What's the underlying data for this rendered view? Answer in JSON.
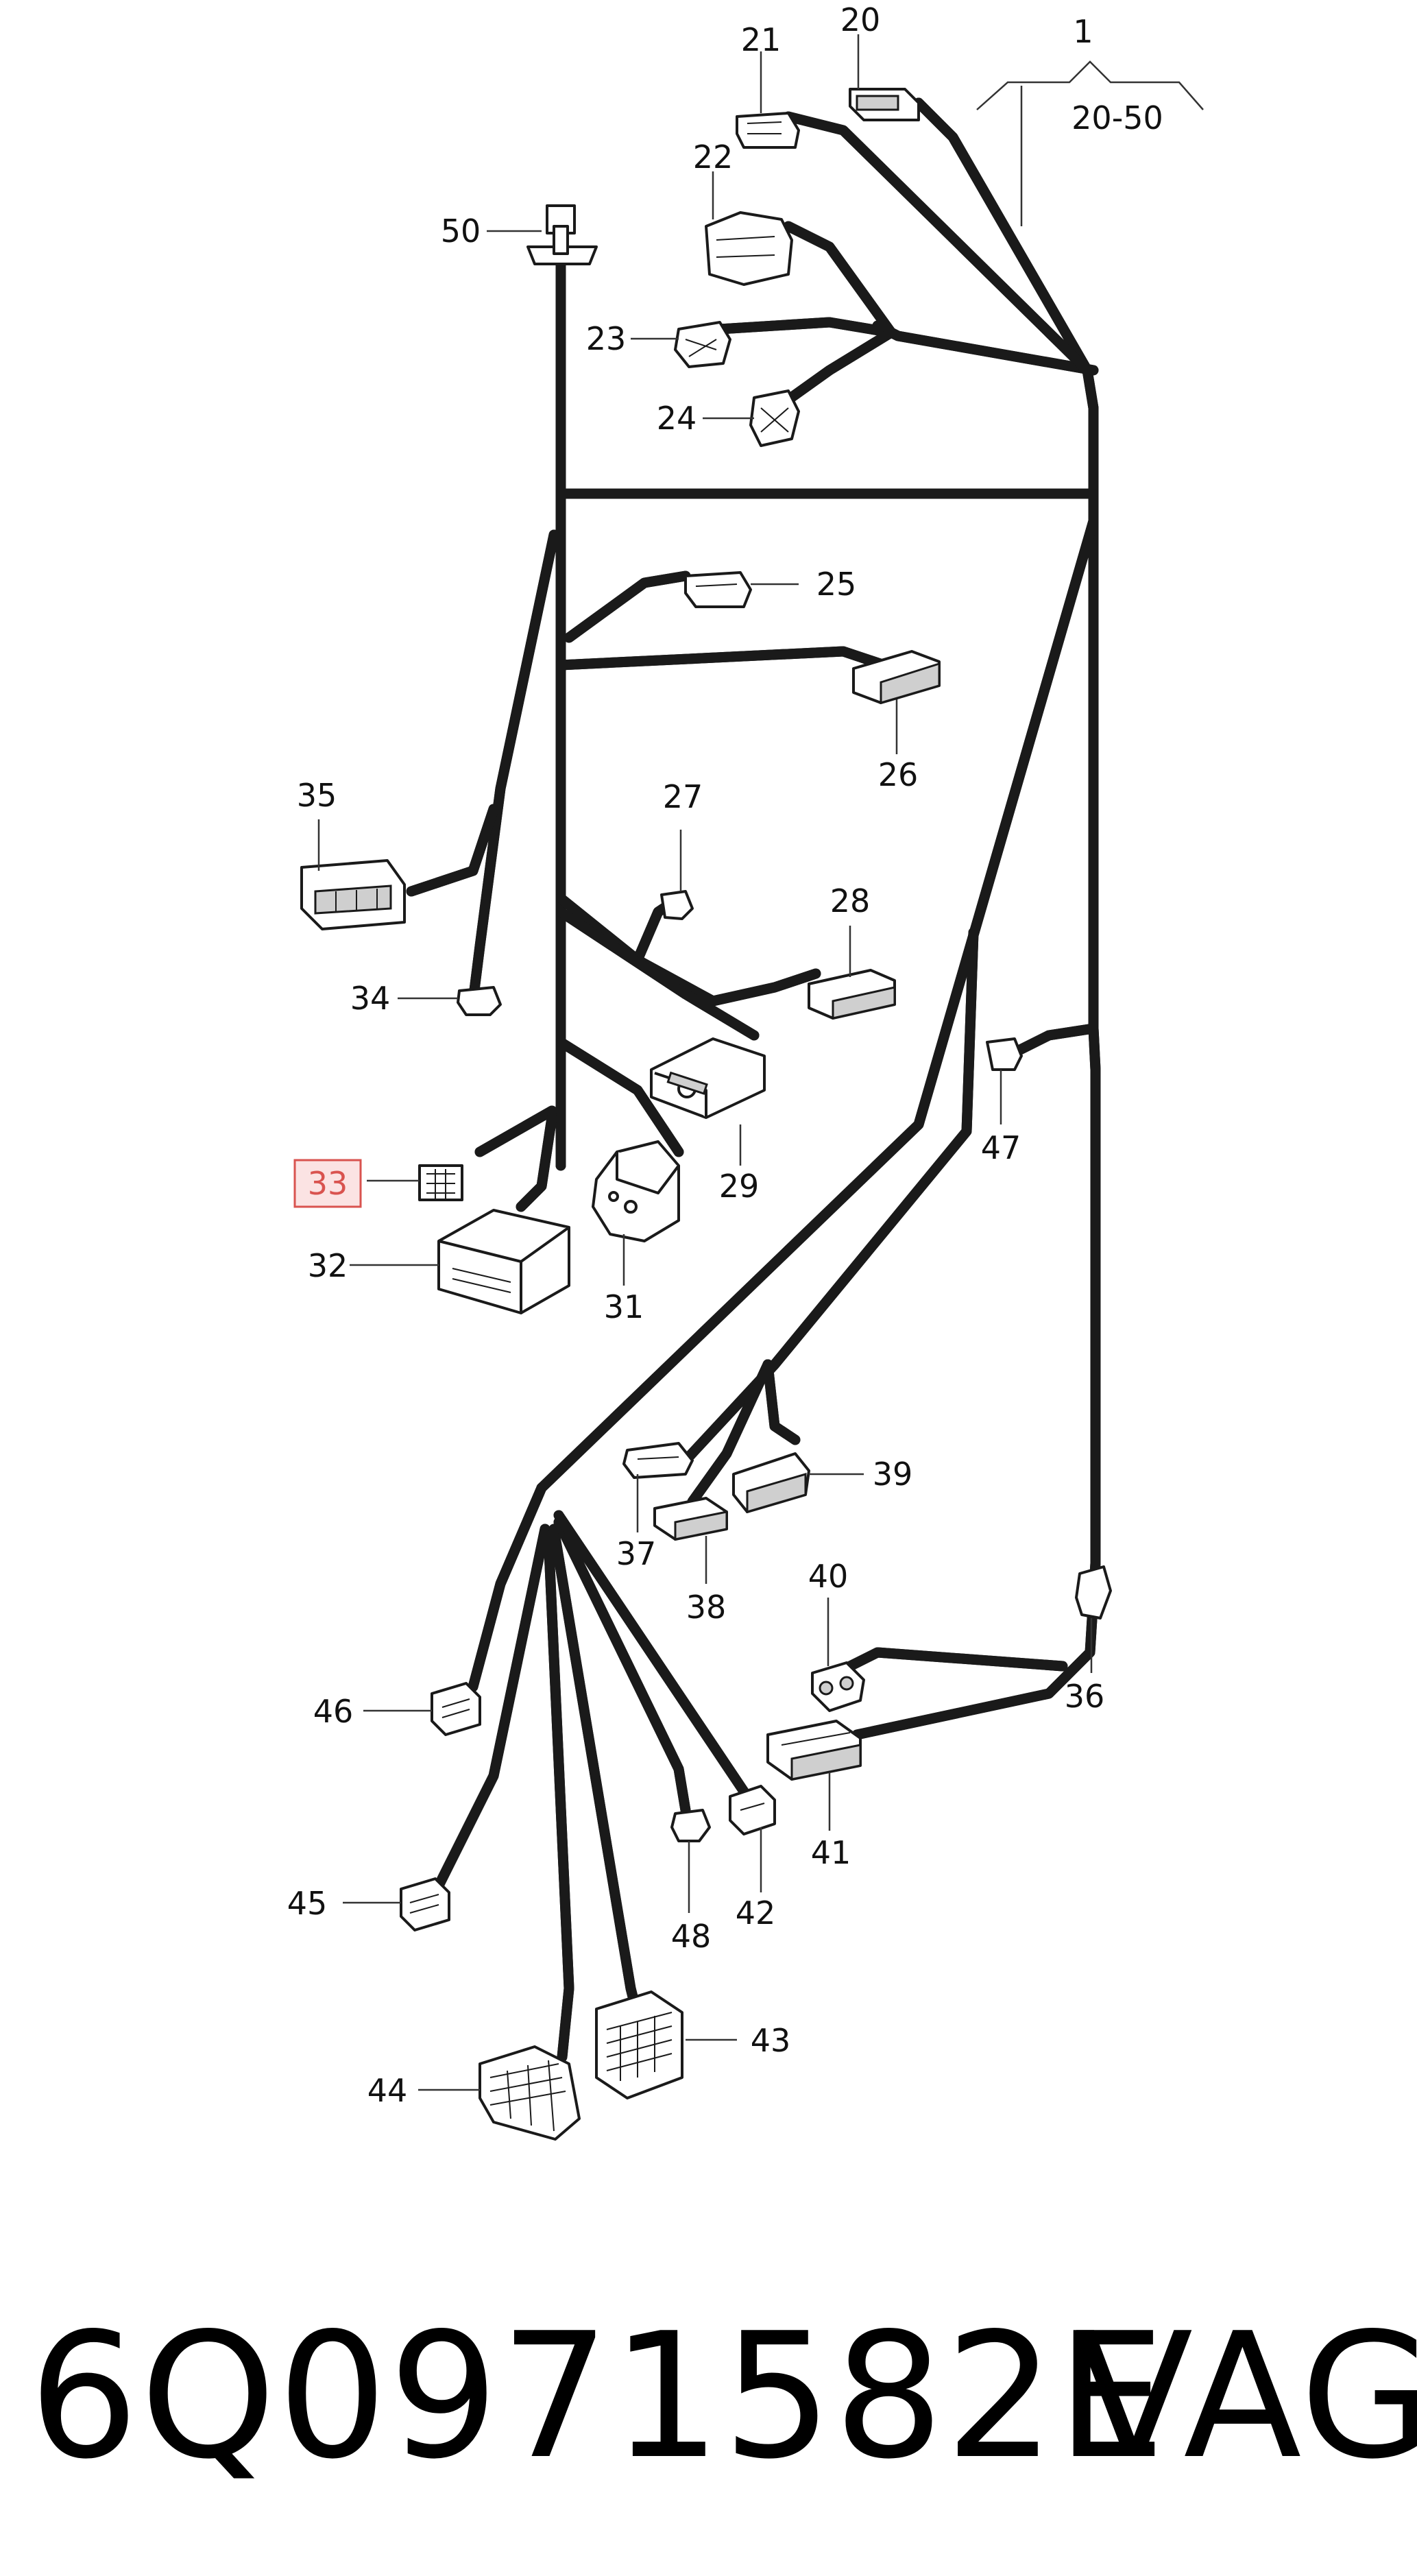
{
  "diagram": {
    "group_label": "1",
    "group_range": "20-50",
    "highlighted": "33",
    "callouts": [
      "20",
      "21",
      "22",
      "50",
      "23",
      "24",
      "25",
      "26",
      "35",
      "27",
      "28",
      "34",
      "47",
      "33",
      "29",
      "32",
      "31",
      "39",
      "37",
      "38",
      "40",
      "36",
      "46",
      "41",
      "45",
      "48",
      "42",
      "43",
      "44"
    ]
  },
  "footer": {
    "part_number": "6Q0971582E",
    "brand": "VAG"
  }
}
